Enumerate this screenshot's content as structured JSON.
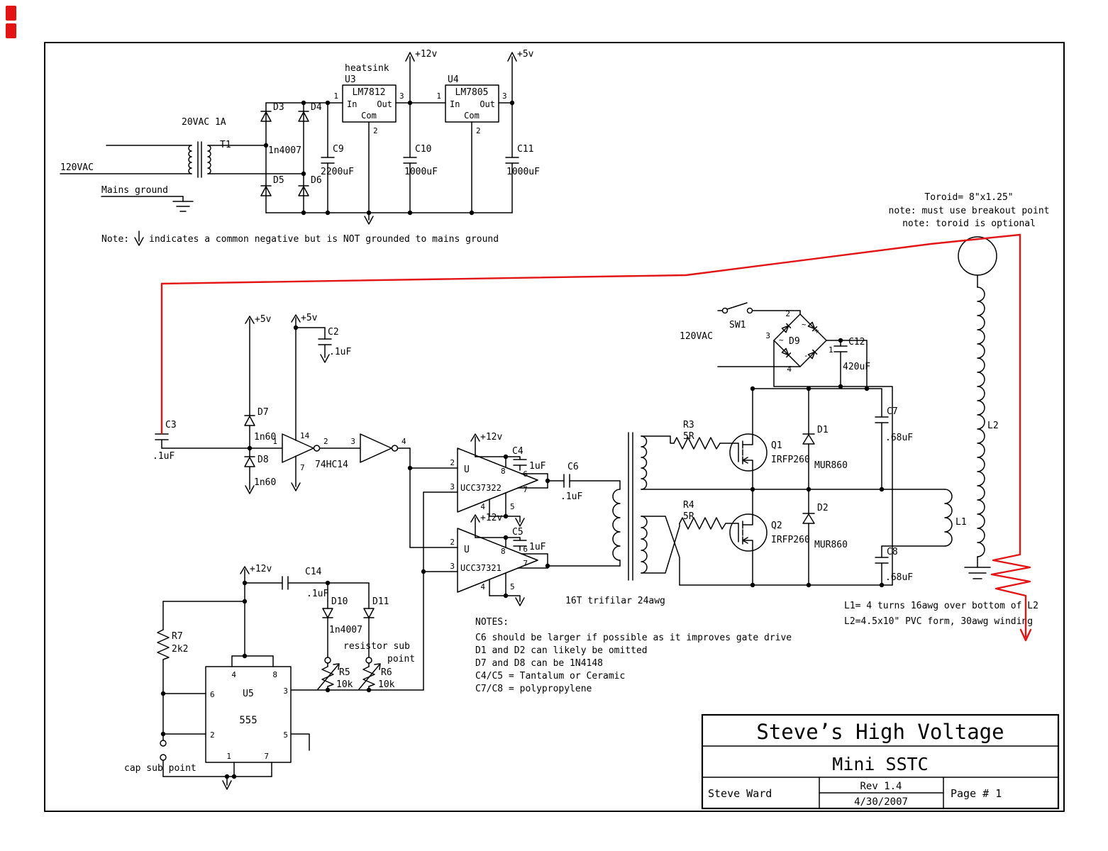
{
  "page": {
    "bg": "#ffffff",
    "ink": "#000000",
    "red": "#e21414"
  },
  "pins": {
    "p1": "1",
    "p2": "2",
    "p3": "3",
    "p4": "4",
    "p5": "5",
    "p6": "6",
    "p7": "7",
    "p8": "8",
    "p14": "14"
  },
  "marks": {
    "plus": "+",
    "minus": "-",
    "ac": "~"
  },
  "psu": {
    "rail12": "+12v",
    "rail5": "+5v",
    "heatsink": "heatsink",
    "u3": "U3",
    "u3_part": "LM7812",
    "u4": "U4",
    "u4_part": "LM7805",
    "pin_in": "In",
    "pin_out": "Out",
    "pin_com": "Com",
    "xfmr": "T1",
    "xfmr_rating": "20VAC 1A",
    "input": "120VAC",
    "mains_ground": "Mains ground",
    "d3": "D3",
    "d4": "D4",
    "d5": "D5",
    "d6": "D6",
    "bridge_part": "1n4007",
    "c9": "C9",
    "c9_v": "2200uF",
    "c10": "C10",
    "c10_v": "1000uF",
    "c11": "C11",
    "c11_v": "1000uF",
    "note1": "Note:",
    "note2": "indicates a common negative but is NOT grounded to mains ground"
  },
  "toroid": {
    "l1": "Toroid= 8\"x1.25\"",
    "l2": "note: must use breakout point",
    "l3": "note: toroid is optional"
  },
  "osc": {
    "rail5a": "+5v",
    "rail5b": "+5v",
    "c2": "C2",
    "c2_v": ".1uF",
    "c3": "C3",
    "c3_v": ".1uF",
    "d7": "D7",
    "d7_v": "1n60",
    "d8": "D8",
    "d8_v": "1n60",
    "inv": "74HC14"
  },
  "drv": {
    "rail12a": "+12v",
    "rail12b": "+12v",
    "u_a": "U",
    "ua_part": "UCC37322",
    "u_b": "U",
    "ub_part": "UCC37321",
    "c4": "C4",
    "c4_v": "1uF",
    "c5": "C5",
    "c5_v": "1uF",
    "c6": "C6",
    "c6_v": ".1uF",
    "gdt": "16T trifilar 24awg"
  },
  "pwr": {
    "input": "120VAC",
    "sw": "SW1",
    "d9": "D9",
    "c12": "C12",
    "c12_v": "420uF",
    "r3": "R3",
    "r3_v": "5R",
    "r4": "R4",
    "r4_v": "5R",
    "q1": "Q1",
    "q1_part": "IRFP260",
    "q2": "Q2",
    "q2_part": "IRFP260",
    "d1": "D1",
    "d1_part": "MUR860",
    "d2": "D2",
    "d2_part": "MUR860",
    "c7": "C7",
    "c7_v": ".68uF",
    "c8": "C8",
    "c8_v": ".68uF",
    "l1": "L1",
    "l2": "L2",
    "l1_note": "L1= 4 turns 16awg over bottom of L2",
    "l2_note": "L2=4.5x10\" PVC form, 30awg winding"
  },
  "timer": {
    "rail12": "+12v",
    "c14": "C14",
    "c14_v": ".1uF",
    "d10": "D10",
    "d11": "D11",
    "d_v": "1n4007",
    "r7": "R7",
    "r7_v": "2k2",
    "r5": "R5",
    "r5_v": "10k",
    "r6": "R6",
    "r6_v": "10k",
    "u5": "U5",
    "u5_part": "555",
    "sub1": "resistor sub",
    "sub2": "point",
    "cap_sub": "cap sub point"
  },
  "notes": {
    "title": "NOTES:",
    "lines": [
      "C6 should be larger if possible as it improves gate drive",
      "D1 and D2 can likely be omitted",
      "D7 and D8 can be 1N4148",
      "C4/C5 = Tantalum or Ceramic",
      "C7/C8 = polypropylene"
    ]
  },
  "title_block": {
    "company": "Steve’s High Voltage",
    "project": "Mini SSTC",
    "author": "Steve Ward",
    "rev": "Rev 1.4",
    "date": "4/30/2007",
    "page": "Page # 1"
  }
}
